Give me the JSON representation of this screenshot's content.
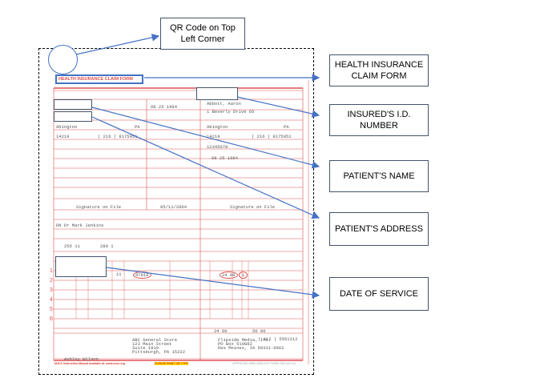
{
  "callouts": {
    "qr": "QR Code on Top Left Corner",
    "title": "HEALTH INSURANCE CLAIM FORM",
    "insured_id": "INSURED'S I.D. NUMBER",
    "patient_name": "PATIENT'S NAME",
    "patient_address": "PATIENT'S ADDRESS",
    "date_of_service": "DATE OF SERVICE"
  },
  "colors": {
    "form_red": "#e05050",
    "arrow_blue": "#4472c4"
  },
  "form": {
    "title": "HEALTH INSURANCE CLAIM FORM",
    "insured_name": "Abbott, Aaron",
    "insured_address": "1 Beverly Drive 66",
    "patient_city": "Abington",
    "patient_state": "PA",
    "insured_city": "Abington",
    "insured_state": "PA",
    "patient_zip": "14219",
    "patient_phone": "( 216 ) 8175051",
    "insured_zip": "14219",
    "insured_phone": "( 216 ) 8175051",
    "group_number": "12345678",
    "patient_dob": "08  25  1984",
    "insured_dob": "08  25  1984",
    "signature_patient": "Signature on File",
    "signature_date": "05/11/2004",
    "signature_insured": "Signature on File",
    "referring_provider": "DN  Dr Mark Jenkins",
    "diagnosis_a": "255 11",
    "diagnosis_b": "280 1",
    "place_of_service": "11",
    "procedure": "97810",
    "charges": "24 00",
    "units": "1",
    "total_charge": "24 00",
    "amount_paid": "50 00",
    "facility": "ABC General Store\n123 Main Street\nSuite 1810\nPittsburgh, PA 15222",
    "billing_provider": "Flipside Media, Inc.\nPO Box 510882\nDes Moines, IA 50331-9662",
    "billing_phone": "( 412 ) 5551212",
    "physician_signature": "Ashley Wilson",
    "footer_left": "NUCC Instruction Manual available at: www.nucc.org",
    "footer_center": "PLEASE PRINT OR TYPE",
    "footer_right": "APPROVED OMB-0938-1197 FORM 1500 (02-12)",
    "row_numbers": [
      "1",
      "2",
      "3",
      "4",
      "5",
      "6"
    ]
  }
}
